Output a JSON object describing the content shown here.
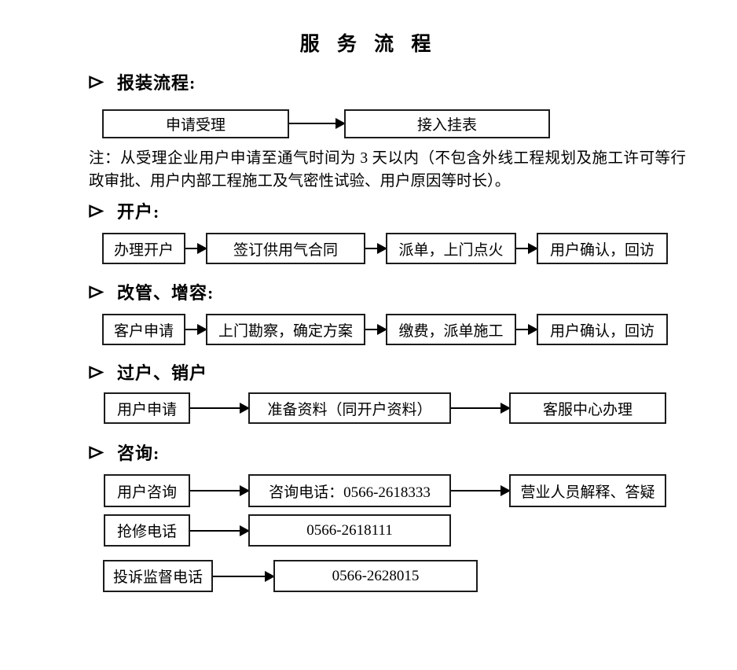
{
  "title": "服 务 流 程",
  "note": "注：从受理企业用户申请至通气时间为 3 天以内（不包含外线工程规划及施工许可等行政审批、用户内部工程施工及气密性试验、用户原因等时长）。",
  "icons": {
    "section_bullet": "arrowhead-right"
  },
  "colors": {
    "ink": "#000000",
    "box_border": "#1c1c1c",
    "background": "#ffffff"
  },
  "sections": [
    {
      "heading": "报装流程:",
      "boxes": [
        "申请受理",
        "接入挂表"
      ]
    },
    {
      "heading": "开户:",
      "boxes": [
        "办理开户",
        "签订供用气合同",
        "派单，上门点火",
        "用户确认，回访"
      ]
    },
    {
      "heading": "改管、增容:",
      "boxes": [
        "客户申请",
        "上门勘察，确定方案",
        "缴费，派单施工",
        "用户确认，回访"
      ]
    },
    {
      "heading": "过户、销户",
      "boxes": [
        "用户申请",
        "准备资料（同开户资料）",
        "客服中心办理"
      ]
    },
    {
      "heading": "咨询:",
      "rows": [
        {
          "boxes": [
            "用户咨询",
            "咨询电话：0566-2618333",
            "营业人员解释、答疑"
          ]
        },
        {
          "boxes": [
            "抢修电话",
            "0566-2618111"
          ]
        },
        {
          "boxes": [
            "投诉监督电话",
            "0566-2628015"
          ]
        }
      ]
    }
  ]
}
